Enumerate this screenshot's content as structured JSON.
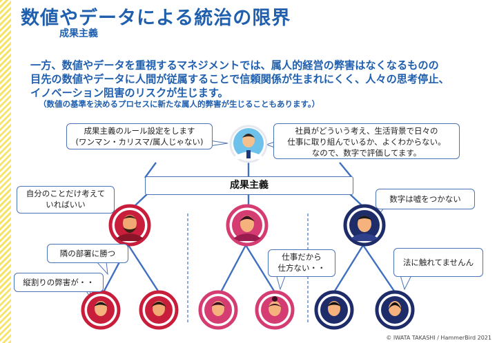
{
  "title": "数値やデータによる統治の限界",
  "subtitle": "成果主義",
  "body_lines": [
    "一方、数値やデータを重視するマネジメントでは、属人的経営の弊害はなくなるものの",
    "目先の数値やデータに人間が従属することで信頼関係が生まれにくく、人々の思考停止、",
    "イノベーション阻害のリスクが生じます。"
  ],
  "note": "（数値の基準を決めるプロセスに新たな属人的弊害が生じることもあります。）",
  "banner": "成果主義",
  "bubbles": {
    "top_left": [
      "成果主義のルール設定をします",
      "(ワンマン・カリスマ/属人じゃない)"
    ],
    "top_right": [
      "社員がどういう考え、生活背景で日々の",
      "仕事に取り組んでいるか、よくわからない。",
      "なので、数字で評価してます。"
    ],
    "self_interest": [
      "自分のことだけ考えて",
      "いればいい"
    ],
    "numbers": [
      "数字は嘘をつかない"
    ],
    "beat_neighbor": [
      "隣の部署に勝つ"
    ],
    "silo": [
      "縦割りの弊害が・・"
    ],
    "cant_help": [
      "仕事だから",
      "仕方ない・・"
    ],
    "law": [
      "法に触れてませんん"
    ]
  },
  "copyright": "© IWATA TAKASHI / HammerBird 2021",
  "colors": {
    "title_blue": "#1f5fae",
    "line_blue": "#3f6fbf",
    "ring_red": "#c81e3c",
    "ring_pink": "#d43c72",
    "ring_navy": "#1e2c6a",
    "stripe_yellow": "#f6e36a"
  }
}
